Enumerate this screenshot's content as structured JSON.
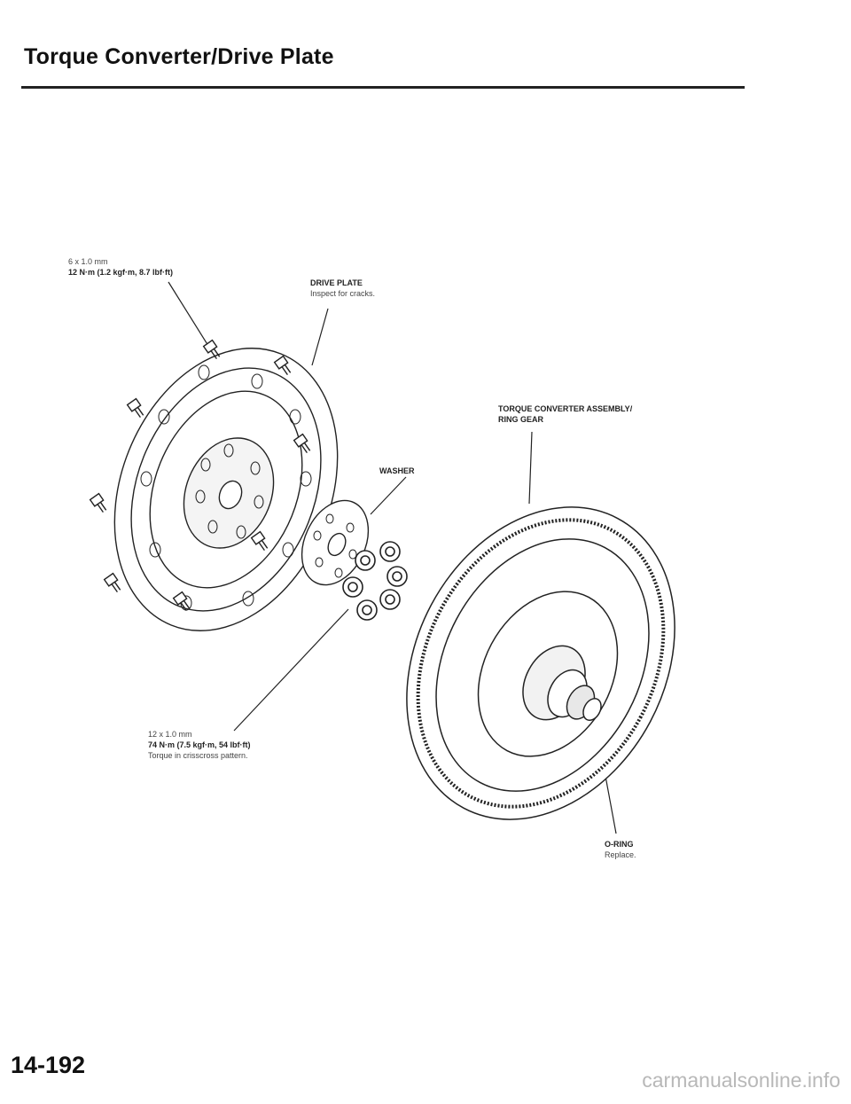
{
  "header": {
    "title": "Torque Converter/Drive Plate"
  },
  "labels": {
    "bolt_small": {
      "size": "6 x 1.0 mm",
      "torque": "12 N·m (1.2 kgf·m, 8.7 lbf·ft)"
    },
    "drive_plate": {
      "name": "DRIVE PLATE",
      "note": "Inspect for cracks."
    },
    "converter": {
      "line1": "TORQUE CONVERTER ASSEMBLY/",
      "line2": "RING GEAR"
    },
    "washer": {
      "name": "WASHER"
    },
    "bolt_large": {
      "size": "12 x 1.0 mm",
      "torque": "74 N·m (7.5 kgf·m, 54 lbf·ft)",
      "note": "Torque in crisscross pattern."
    },
    "o_ring": {
      "name": "O-RING",
      "note": "Replace."
    }
  },
  "footer": {
    "page_number": "14-192",
    "watermark": "carmanualsonline.info"
  }
}
